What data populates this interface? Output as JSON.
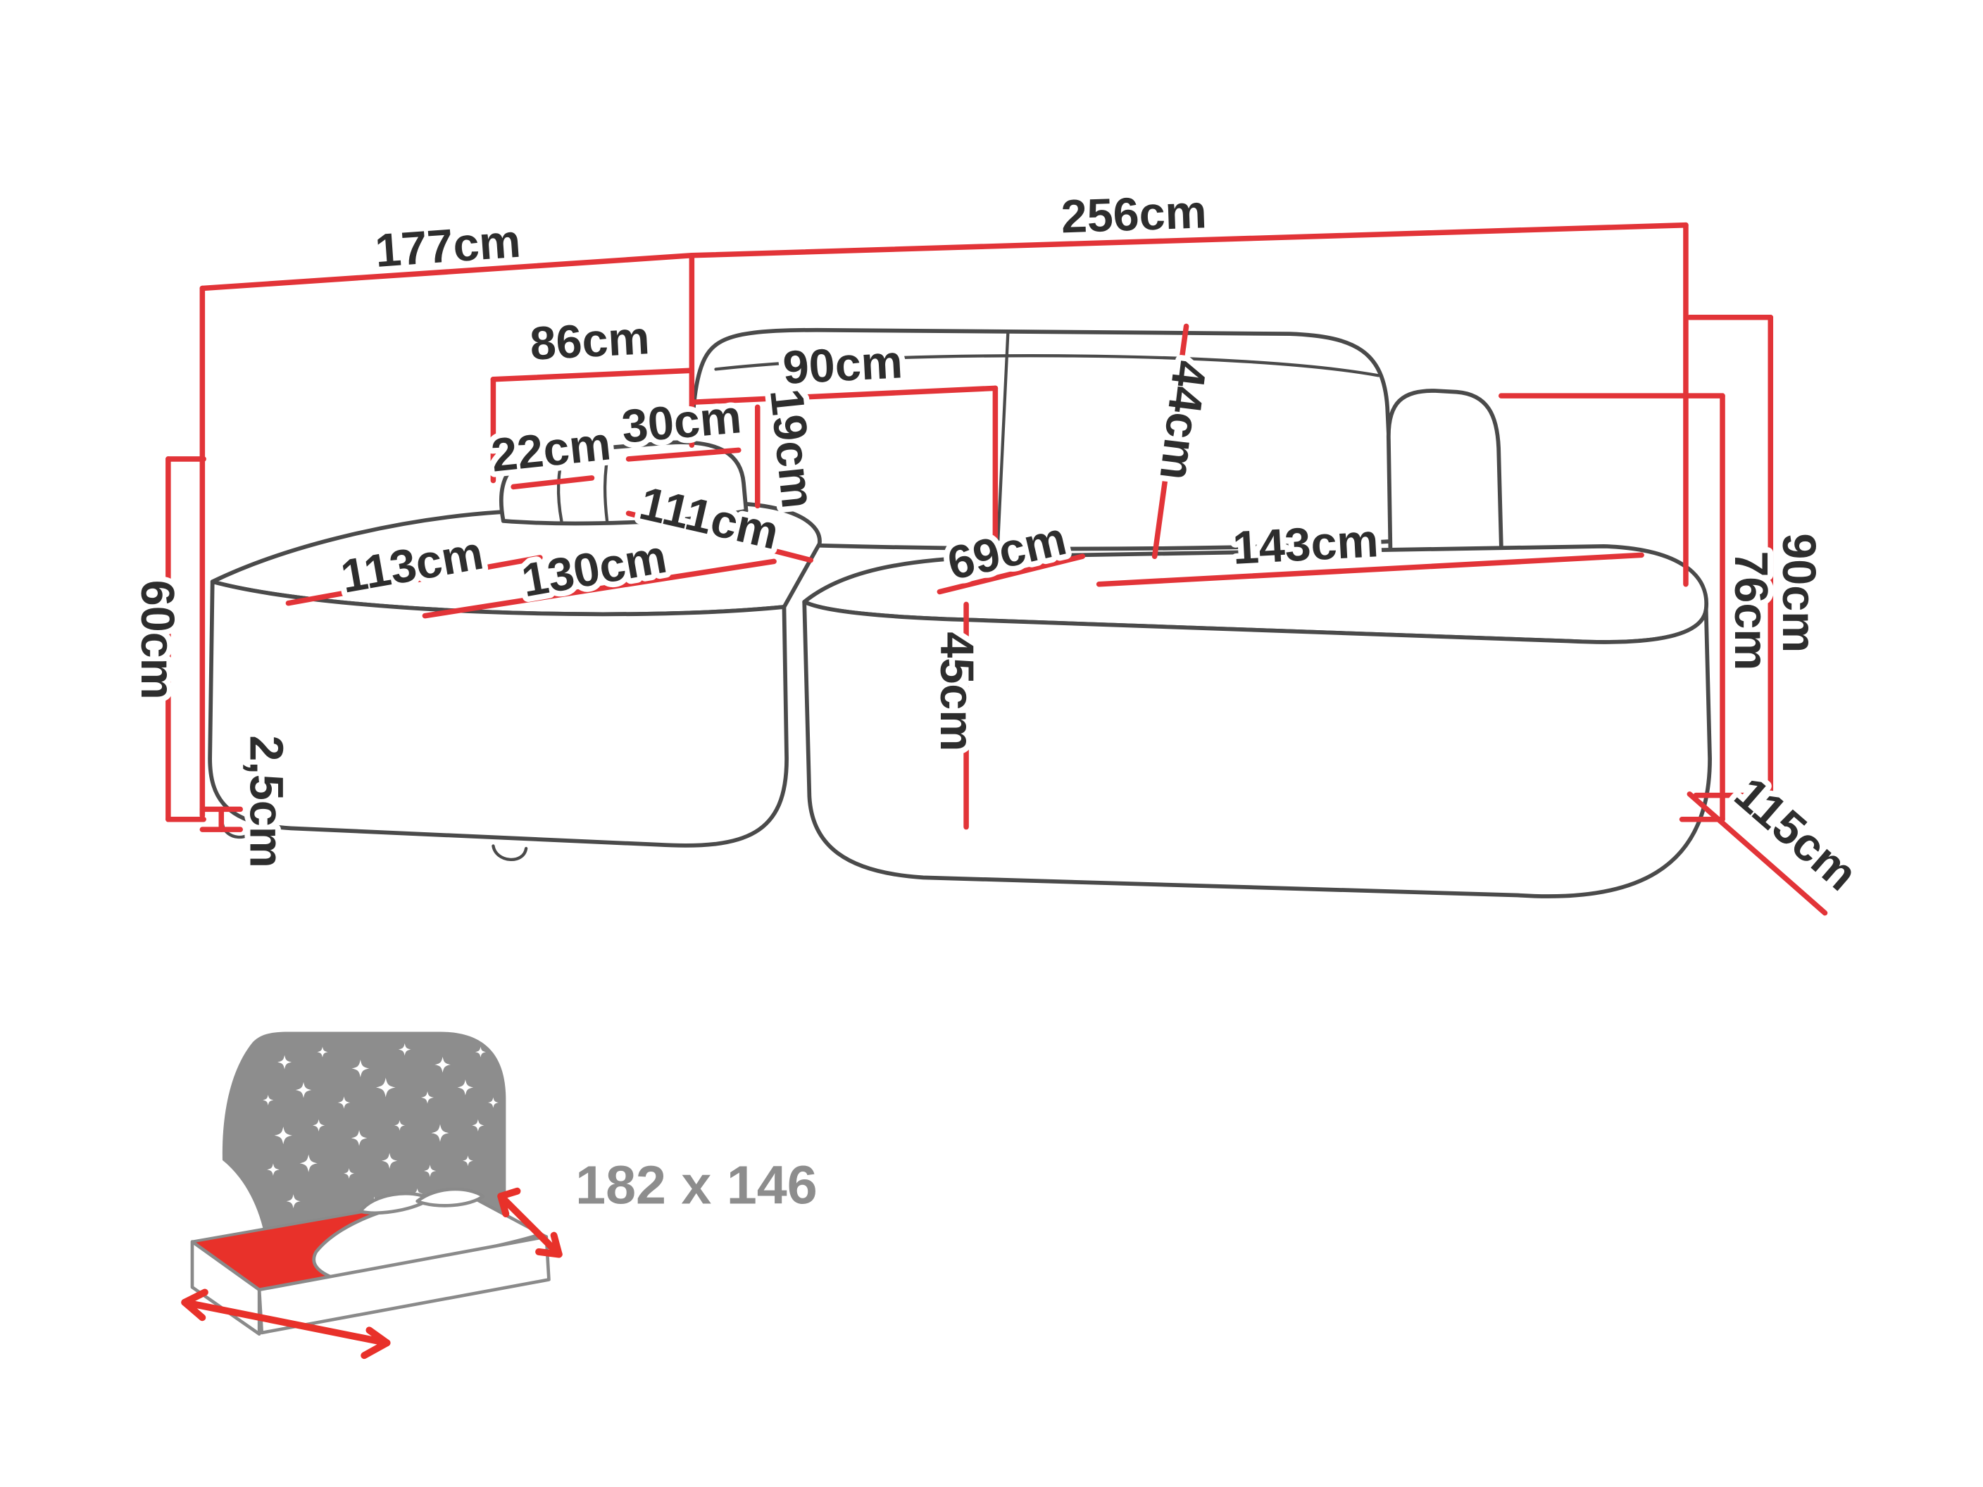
{
  "page": {
    "background": "#ffffff"
  },
  "diagram": {
    "name": "corner-sofa-dimension-diagram",
    "unit": "cm",
    "colors": {
      "dimension_line": "#e23438",
      "outline": "#4a4a4a",
      "label_text": "#2d2d2d",
      "icon_gray": "#8d8d8d",
      "icon_red": "#e8312a"
    },
    "dimensions": {
      "d177": "177cm",
      "d256": "256cm",
      "d86": "86cm",
      "d90_back": "90cm",
      "d30": "30cm",
      "d22": "22cm",
      "d19": "19cm",
      "d44": "44cm",
      "d111": "111cm",
      "d113": "113cm",
      "d130": "130cm",
      "d69": "69cm",
      "d143": "143cm",
      "d60": "60cm",
      "d45": "45cm",
      "d2_5": "2,5cm",
      "d90_height": "90cm",
      "d76": "76cm",
      "d115": "115cm"
    },
    "sleeping_area": {
      "label": "182 x 146"
    }
  }
}
